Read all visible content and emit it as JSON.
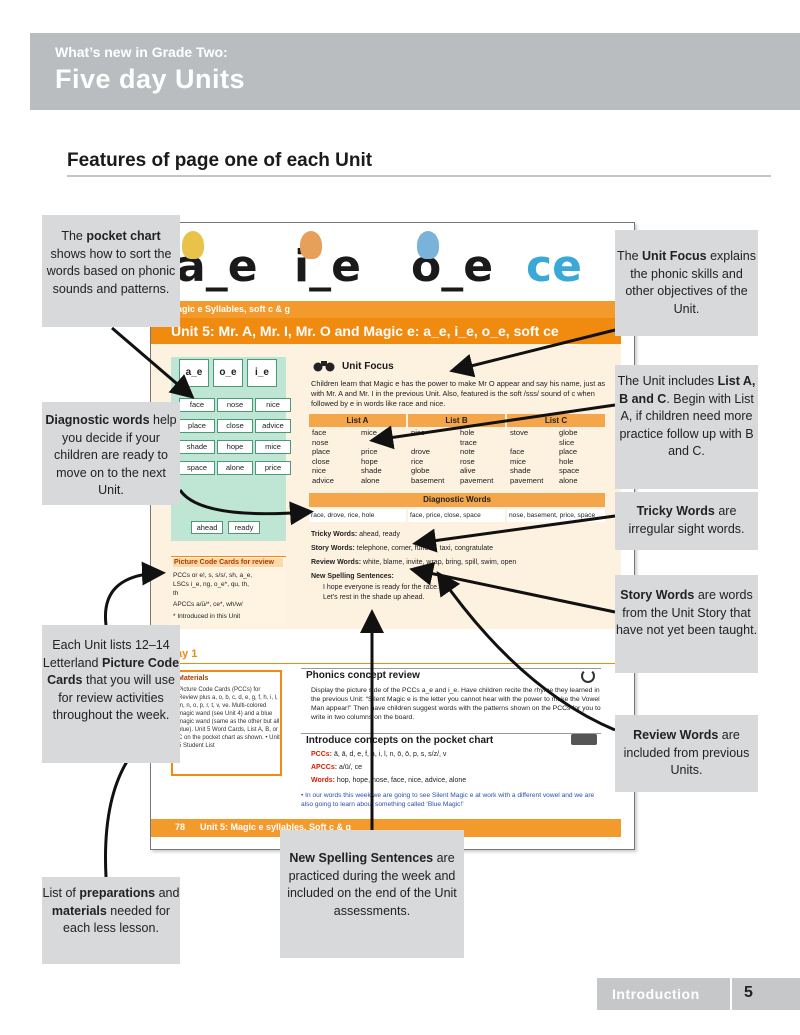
{
  "header": {
    "subtitle": "What’s new in Grade Two:",
    "title": "Five day Units"
  },
  "section_title": "Features of page one of each Unit",
  "sample_page": {
    "picture_codes": [
      "a_e",
      "i_e",
      "o_e",
      "ce"
    ],
    "unit_strip": "agic e Syllables, soft c & g",
    "unit_title": "Unit 5: Mr. A, Mr. I, Mr. O and Magic e: a_e, i_e, o_e, soft ce",
    "chart_cards": [
      "a_e",
      "o_e",
      "i_e"
    ],
    "chart_words": [
      "face",
      "nose",
      "nice",
      "place",
      "close",
      "advice",
      "shade",
      "hope",
      "mice",
      "space",
      "alone",
      "price"
    ],
    "chart_extra": [
      "ahead",
      "ready"
    ],
    "focus_title": "Unit Focus",
    "focus_text": "Children learn that Magic e has the power to make Mr O appear and say his name, just as with Mr. A and Mr. I in the previous Unit. Also, featured is the soft /sss/ sound of c when followed by e in words like race and nice.",
    "list_headers": [
      "List A",
      "List B",
      "List C"
    ],
    "list_a": [
      "face",
      "nose",
      "place",
      "close",
      "nice",
      "advice"
    ],
    "list_a2": [
      "mice",
      "",
      "price",
      "hope",
      "shade",
      "alone"
    ],
    "list_b": [
      "nice",
      "",
      "drove",
      "rice",
      "globe",
      "basement"
    ],
    "list_b2": [
      "hole",
      "trace",
      "note",
      "rose",
      "alive",
      "pavement"
    ],
    "list_c": [
      "stove",
      "",
      "face",
      "mice",
      "shade",
      "pavement"
    ],
    "list_c2": [
      "globe",
      "slice",
      "place",
      "hole",
      "space",
      "alone"
    ],
    "diag_header": "Diagnostic Words",
    "diag_words": [
      "race, drove, rice, hole",
      "face, price, close, space",
      "nose, basement, price, space"
    ],
    "tricky_label": "Tricky Words:",
    "tricky_text": " ahead, ready",
    "story_label": "Story Words:",
    "story_text": " telephone, corner, furious, taxi, congratulate",
    "review_label": "Review Words:",
    "review_text": " white, blame, invite, wrap, bring, spill, swim, open",
    "nss_label": "New Spelling Sentences:",
    "nss_line1": "I hope everyone is ready for the race.",
    "nss_line2": "Let’s rest in the shade up ahead.",
    "pcc_title": "Picture Code Cards for review",
    "pcc_line1": "PCCs or   e!, s, s/s/, sh, a_e,",
    "pcc_line2": "LSCs      i_e, ng, o_e*, qu, th,",
    "pcc_line3": "              th",
    "pcc_line4": "APCCs     a/ū/*, ce*, wh/w/",
    "pcc_line5": "   * Introduced in this Unit",
    "day_title": "ay 1",
    "mat_title": "Materials",
    "mat_text": "Picture Code Cards (PCCs) for Review plus a, o, b, c, d, e, g, f, h, i, l, m, n, o, p, r, t, v, ve. Multi-colored magic wand (see Unit 4) and a blue magic wand (same as the other but all blue). Unit 5 Word Cards, List A, B, or C on the pocket chart as shown. • Unit 5 Student List",
    "phonics_title": "Phonics concept review",
    "phonics_text": "Display the picture side of the PCCs a_e and i_e. Have children recite the rhyme they learned in the previous Unit: “Silent Magic e is the letter you cannot hear with the power to make the Vowel Man appear!” Then have children suggest words with the patterns shown on the PCCs for you to write in two columns on the board.",
    "intro_title": "Introduce concepts on the pocket chart",
    "pccs_label": "PCCs:",
    "pccs_text": " ā, ā, d, e, f, h, i, l, n, ō, ō, p, s, s/z/, v",
    "apccs_label": "APCCs:",
    "apccs_text": " a/ū/, ce",
    "words_label": "Words:",
    "words_text": " hop, hope, nose, face, nice, advice, alone",
    "bullet_text": "• In our words this week we are going to see Silent Magic e at work with a different vowel and we are also going to learn about something called ‘Blue Magic!’",
    "footer_num": "78",
    "footer_text": "Unit 5: Magic e syllables, Soft c & g"
  },
  "callouts": {
    "pocket_a": "The ",
    "pocket_b": "pocket chart",
    "pocket_c": " shows how to sort the words based on phonic sounds and patterns.",
    "diag_a": "Diagnostic words",
    "diag_b": " help you decide if your children are ready to move on to the next Unit.",
    "pcc_a": "Each Unit lists 12–14 Letterland ",
    "pcc_b": "Picture Code Cards",
    "pcc_c": " that you will use for review activities throughout the week.",
    "prep_a": "List of ",
    "prep_b": "preparations",
    "prep_c": " and ",
    "prep_d": "materials",
    "prep_e": " needed for each less lesson.",
    "focus_a": "The ",
    "focus_b": "Unit Focus",
    "focus_c": " explains the phonic skills and other objectives of the Unit.",
    "lists_a": "The Unit includes ",
    "lists_b": "List A, B and C",
    "lists_c": ". Begin with List A, if children need more practice follow up with B and C.",
    "tricky_a": "Tricky Words",
    "tricky_b": " are irregular sight words.",
    "story_a": "Story Words",
    "story_b": " are words from the Unit Story that have not yet been taught.",
    "review_a": "Review Words",
    "review_b": " are included from previous Units.",
    "nss_a": "New Spelling Sentences",
    "nss_b": " are practiced during the week and included on the end of the Unit assessments."
  },
  "footer": {
    "label": "Introduction",
    "page": "5"
  }
}
